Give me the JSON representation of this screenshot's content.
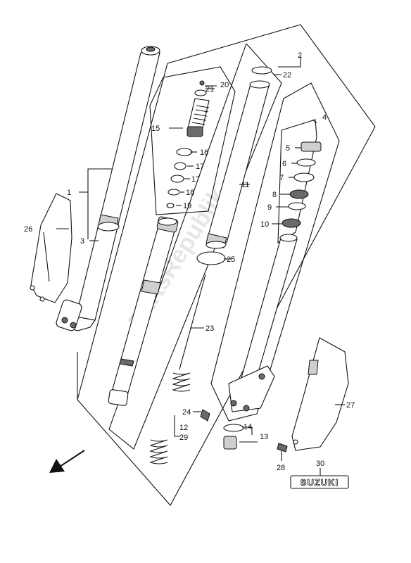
{
  "diagram": {
    "watermark": "PartsRepublik",
    "brand_badge": "SUZUKI",
    "labels": {
      "n1": "1",
      "n2": "2",
      "n3": "3",
      "n4": "4",
      "n5": "5",
      "n6": "6",
      "n7": "7",
      "n8": "8",
      "n9": "9",
      "n10": "10",
      "n11": "11",
      "n12": "12",
      "n13": "13",
      "n14": "14",
      "n15": "15",
      "n16": "16",
      "n17a": "17",
      "n17b": "17",
      "n18": "18",
      "n19": "19",
      "n20": "20",
      "n21": "21",
      "n22": "22",
      "n23": "23",
      "n24": "24",
      "n25": "25",
      "n26": "26",
      "n27": "27",
      "n28": "28",
      "n29": "29",
      "n30": "30"
    }
  }
}
